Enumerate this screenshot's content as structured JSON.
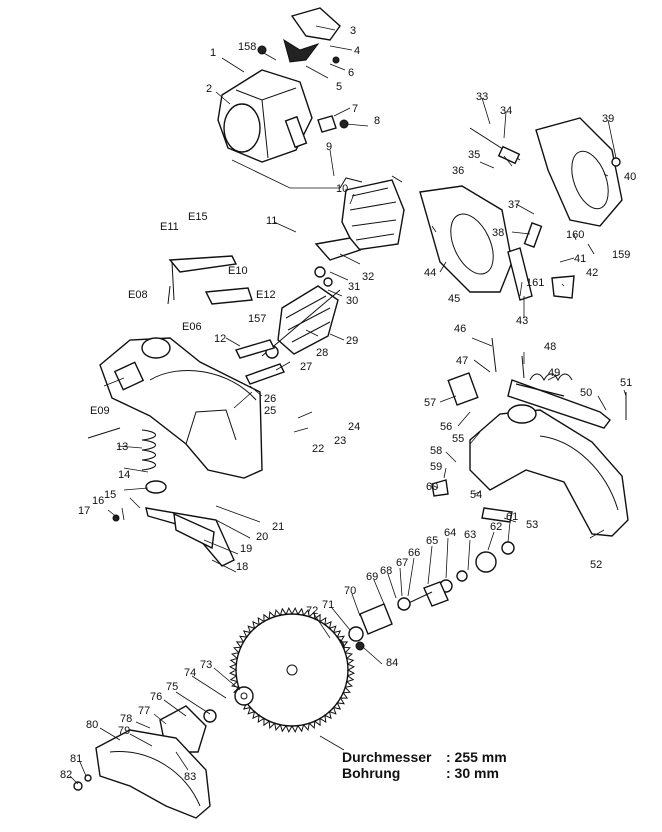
{
  "labels": [
    "1",
    "2",
    "3",
    "4",
    "5",
    "6",
    "7",
    "8",
    "9",
    "10",
    "11",
    "12",
    "13",
    "14",
    "15",
    "16",
    "17",
    "18",
    "19",
    "20",
    "21",
    "22",
    "23",
    "24",
    "25",
    "26",
    "27",
    "28",
    "29",
    "30",
    "31",
    "32",
    "33",
    "34",
    "35",
    "36",
    "37",
    "38",
    "39",
    "40",
    "41",
    "42",
    "43",
    "44",
    "45",
    "46",
    "47",
    "48",
    "49",
    "50",
    "51",
    "52",
    "53",
    "54",
    "55",
    "56",
    "57",
    "58",
    "59",
    "60",
    "61",
    "62",
    "63",
    "64",
    "65",
    "66",
    "67",
    "68",
    "69",
    "70",
    "71",
    "72",
    "73",
    "74",
    "75",
    "76",
    "77",
    "78",
    "79",
    "80",
    "81",
    "82",
    "83",
    "84",
    "157",
    "158",
    "159",
    "160",
    "161",
    "E06",
    "E08",
    "E09",
    "E10",
    "E11",
    "E12",
    "E15"
  ],
  "specs": {
    "diameter_label": "Durchmesser",
    "diameter_value": ": 255 mm",
    "bore_label": "Bohrung",
    "bore_value": ":   30 mm"
  }
}
